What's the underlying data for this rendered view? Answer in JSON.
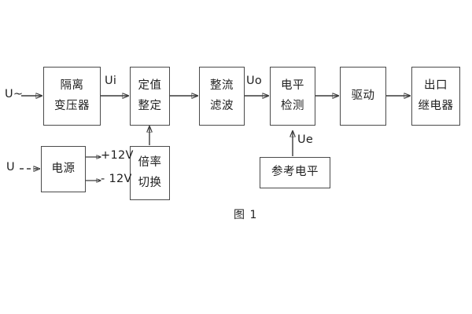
{
  "figure": {
    "caption": "图 1",
    "stroke_color": "#4a4a4a",
    "text_color": "#1f1f1f",
    "background": "#ffffff"
  },
  "signal_path": {
    "input_label": "U~",
    "blocks": [
      {
        "id": "isolation-transformer",
        "lines": [
          "隔离",
          "变压器"
        ]
      },
      {
        "id": "setting-value",
        "lines": [
          "定值",
          "整定"
        ]
      },
      {
        "id": "rectifier-filter",
        "lines": [
          "整流",
          "滤波"
        ]
      },
      {
        "id": "level-detection",
        "lines": [
          "电平",
          "检测"
        ]
      },
      {
        "id": "drive",
        "lines": [
          "驱动"
        ]
      },
      {
        "id": "output-relay",
        "lines": [
          "出口",
          "继电器"
        ]
      }
    ],
    "inter_block_labels": {
      "after_isolation": "Ui",
      "after_rectifier": "Uo"
    }
  },
  "power_section": {
    "input_label": "U",
    "supply_block": {
      "id": "power-supply",
      "lines": [
        "电源"
      ]
    },
    "rails": [
      {
        "id": "rail-positive",
        "label": "+12V"
      },
      {
        "id": "rail-negative",
        "label": "- 12V"
      }
    ],
    "multiplier_block": {
      "id": "multiplier-switch",
      "lines": [
        "倍率",
        "切换"
      ]
    }
  },
  "reference_section": {
    "reference_block": {
      "id": "reference-level",
      "lines": [
        "参考电平"
      ]
    },
    "reference_signal_label": "Ue"
  }
}
